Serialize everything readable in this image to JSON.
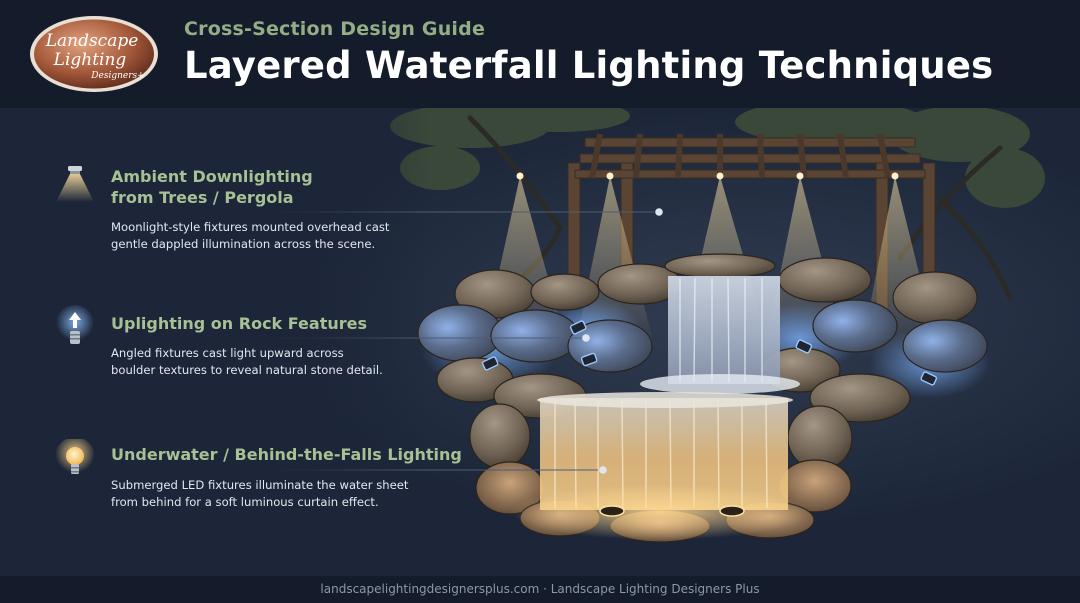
{
  "header": {
    "logo_line1": "Landscape",
    "logo_line2": "Lighting",
    "logo_line3": "Designers+",
    "subtitle": "Cross-Section Design Guide",
    "title": "Layered Waterfall Lighting Techniques"
  },
  "sections": [
    {
      "title_line1": "Ambient Downlighting",
      "title_line2": "from Trees / Pergola",
      "desc_line1": "Moonlight-style fixtures mounted overhead cast",
      "desc_line2": "gentle dappled illumination across the scene.",
      "icon": "downlight-icon"
    },
    {
      "title_line1": "Uplighting on Rock Features",
      "desc_line1": "Angled fixtures cast light upward across",
      "desc_line2": "boulder textures to reveal natural stone detail.",
      "icon": "uplight-icon"
    },
    {
      "title_line1": "Underwater / Behind-the-Falls Lighting",
      "desc_line1": "Submerged LED fixtures illuminate the water sheet",
      "desc_line2": "from behind for a soft luminous curtain effect.",
      "icon": "bulb-icon"
    }
  ],
  "footer": {
    "text": "landscapelightingdesignersplus.com · Landscape Lighting Designers Plus"
  },
  "colors": {
    "background": "#1c2638",
    "header_bg": "#141c2b",
    "accent_green": "#a7c094",
    "warm_light": "#f3c979",
    "blue_light": "#6aa8ff"
  }
}
